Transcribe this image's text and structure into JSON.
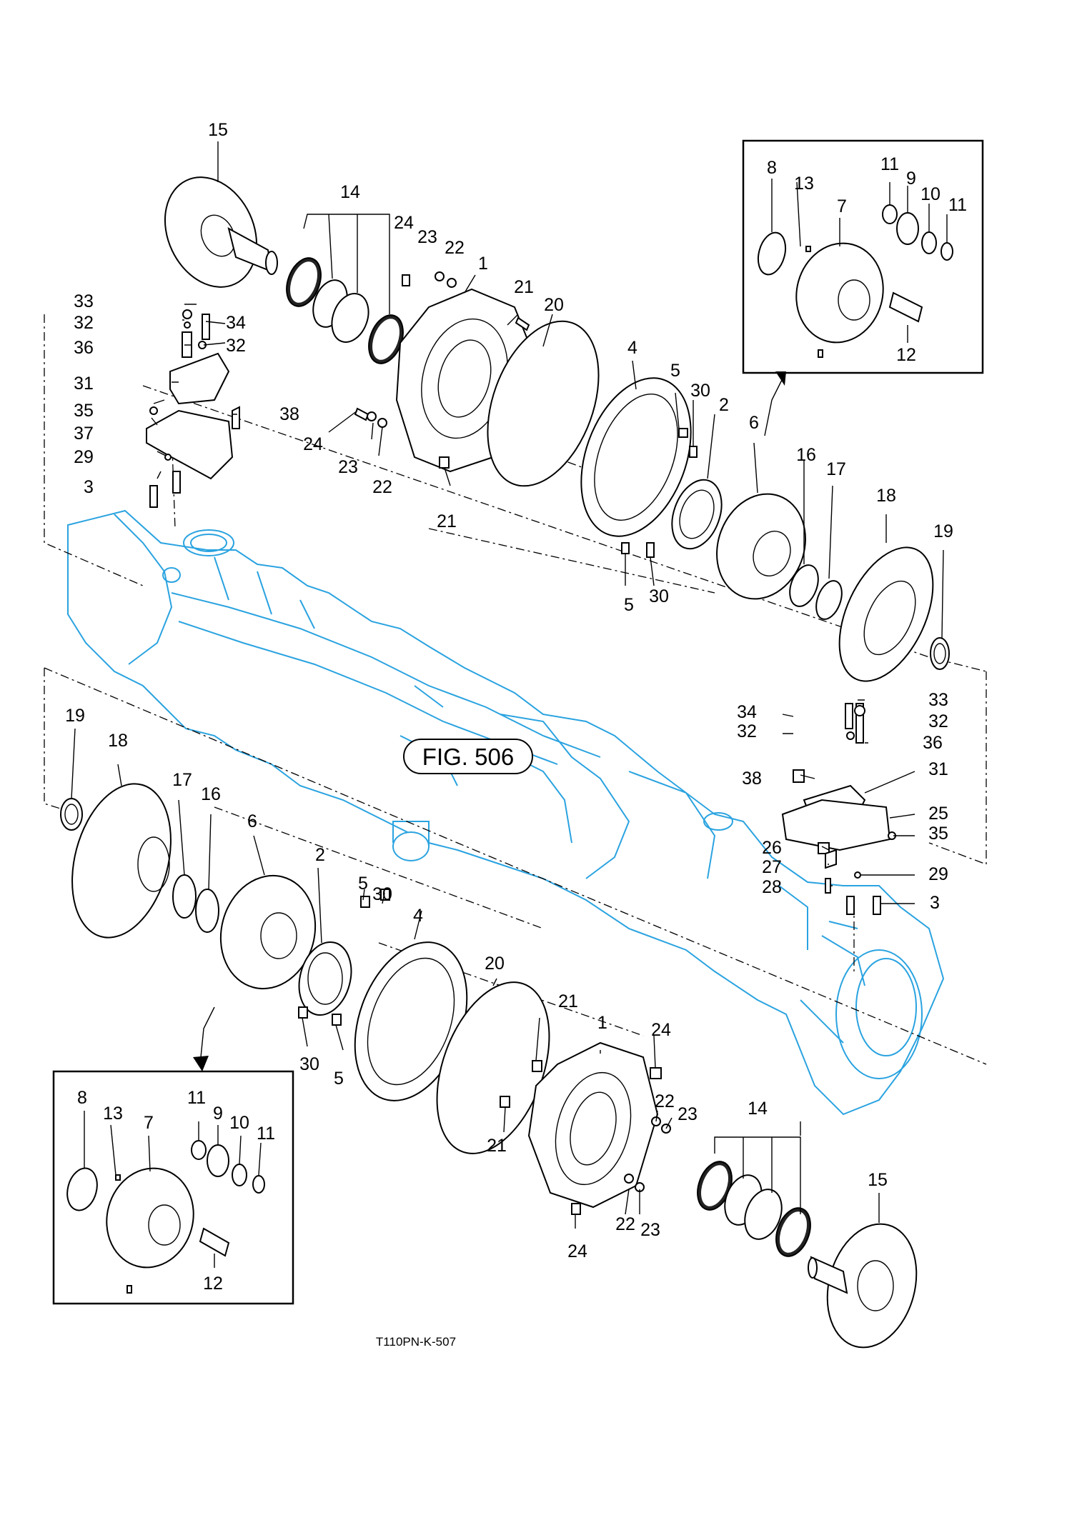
{
  "figure_ref": "FIG. 506",
  "drawing_code": "T110PN-K-507",
  "labels": {
    "l15a": "15",
    "l14a": "14",
    "l24a": "24",
    "l23a": "23",
    "l22a": "22",
    "l1a": "1",
    "l21a": "21",
    "l20a": "20",
    "l4a": "4",
    "l5a": "5",
    "l30a": "30",
    "l2a": "2",
    "l6a": "6",
    "l16a": "16",
    "l17a": "17",
    "l18a": "18",
    "l19a": "19",
    "l24b": "24",
    "l23b": "23",
    "l22b": "22",
    "l21b": "21",
    "l5b": "5",
    "l30b": "30",
    "l33a": "33",
    "l32a": "32",
    "l34a": "34",
    "l32b": "32",
    "l36a": "36",
    "l31a": "31",
    "l35a": "35",
    "l38a": "38",
    "l37a": "37",
    "l29a": "29",
    "l3a": "3",
    "i8a": "8",
    "i13a": "13",
    "i11a": "11",
    "i9a": "9",
    "i10a": "10",
    "i11b": "11",
    "i7a": "7",
    "i12a": "12",
    "r34": "34",
    "r33": "33",
    "r32a": "32",
    "r32b": "32",
    "r36": "36",
    "r38": "38",
    "r31": "31",
    "r25": "25",
    "r35": "35",
    "r26": "26",
    "r27": "27",
    "r29": "29",
    "r28": "28",
    "r3": "3",
    "b19": "19",
    "b18": "18",
    "b17": "17",
    "b16": "16",
    "b6": "6",
    "b2": "2",
    "b5a": "5",
    "b30a": "30",
    "b4": "4",
    "b20": "20",
    "b21a": "21",
    "b1": "1",
    "b24a": "24",
    "b22a": "22",
    "b23a": "23",
    "b21b": "21",
    "b30b": "30",
    "b5b": "5",
    "b14": "14",
    "b15": "15",
    "b22b": "22",
    "b23b": "23",
    "b24b": "24",
    "j8": "8",
    "j13": "13",
    "j11a": "11",
    "j9": "9",
    "j10": "10",
    "j11b": "11",
    "j7": "7",
    "j12": "12"
  },
  "colors": {
    "line": "#000000",
    "housing": "#2aa3e0",
    "background": "#ffffff"
  }
}
